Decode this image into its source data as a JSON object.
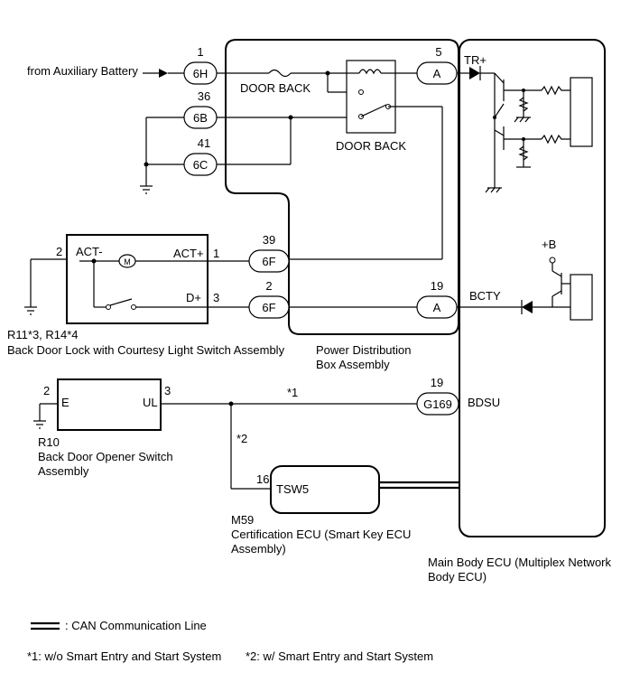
{
  "sources": {
    "aux_battery": "from Auxiliary Battery"
  },
  "pdb": {
    "name_line1": "Power Distribution",
    "name_line2": "Box Assembly",
    "fuse_label": "DOOR BACK",
    "relay_label": "DOOR BACK"
  },
  "connectors": {
    "c6H": {
      "label": "6H",
      "pin": "1"
    },
    "c6B": {
      "label": "6B",
      "pin": "36"
    },
    "c6C": {
      "label": "6C",
      "pin": "41"
    },
    "c6F_39": {
      "label": "6F",
      "pin": "39"
    },
    "c6F_2": {
      "label": "6F",
      "pin": "2"
    },
    "cA_5": {
      "label": "A",
      "pin": "5"
    },
    "cA_19": {
      "label": "A",
      "pin": "19"
    },
    "cG169": {
      "label": "G169",
      "pin": "19"
    }
  },
  "lock_switch": {
    "code": "R11*3, R14*4",
    "name": "Back Door Lock with Courtesy Light Switch Assembly",
    "act_minus": "ACT-",
    "act_plus": "ACT+",
    "d_plus": "D+",
    "pin_act_minus": "2",
    "pin_act_plus": "1",
    "pin_d_plus": "3",
    "motor": "M"
  },
  "opener_switch": {
    "code": "R10",
    "name_line1": "Back Door Opener Switch",
    "name_line2": "Assembly",
    "e_label": "E",
    "ul_label": "UL",
    "pin_e": "2",
    "pin_ul": "3"
  },
  "cert_ecu": {
    "code": "M59",
    "name_line1": "Certification ECU (Smart Key ECU",
    "name_line2": "Assembly)",
    "terminal": "TSW5",
    "pin": "16"
  },
  "main_ecu": {
    "name_line1": "Main Body ECU (Multiplex Network",
    "name_line2": "Body ECU)",
    "tr_plus": "TR+",
    "bcty": "BCTY",
    "bdsu": "BDSU",
    "plus_b": "+B"
  },
  "wire_notes": {
    "star1": "*1",
    "star2": "*2"
  },
  "legend": {
    "can_line": ": CAN Communication Line",
    "note1": "*1: w/o Smart Entry and Start System",
    "note2": "*2: w/ Smart Entry and Start System"
  }
}
